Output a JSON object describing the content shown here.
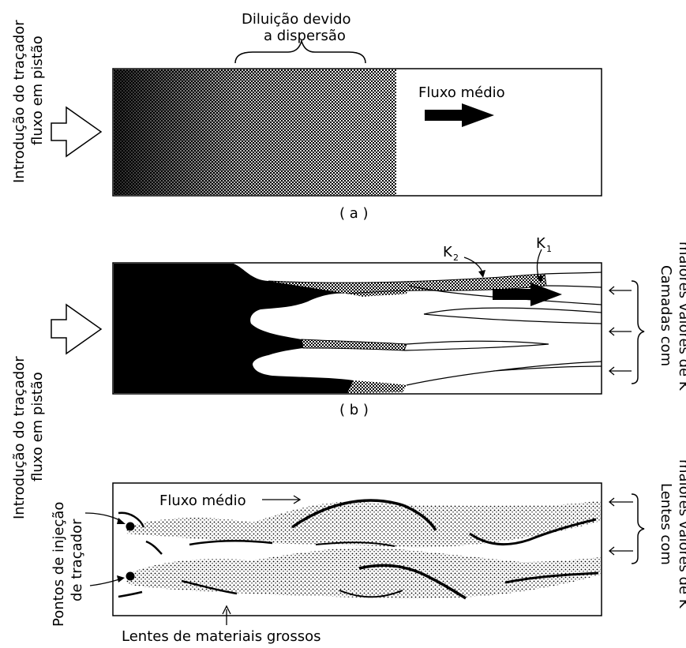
{
  "panel_a": {
    "side_label_line1": "Introdução do traçador",
    "side_label_line2": "fluxo em pistão",
    "dilution_line1": "Diluição devido",
    "dilution_line2": "a dispersão",
    "mean_flow": "Fluxo médio",
    "caption": "( a )"
  },
  "panel_b": {
    "side_label_line1": "Introdução do traçador",
    "side_label_line2": "fluxo em pistão",
    "k2_label": "K",
    "k2_sub": "2",
    "k1_label": "K",
    "k1_sub": "1",
    "right_label_line1": "Camadas com",
    "right_label_line2": "maiores valores de K",
    "caption": "( b )"
  },
  "panel_c": {
    "side_label_line1": "Pontos de injeção",
    "side_label_line2": "de traçador",
    "mean_flow": "Fluxo médio",
    "right_label_line1": "Lentes com",
    "right_label_line2": "maiores valores de K",
    "bottom_label": "Lentes de materiais grossos"
  },
  "colors": {
    "ink": "#000000",
    "paper": "#ffffff"
  }
}
